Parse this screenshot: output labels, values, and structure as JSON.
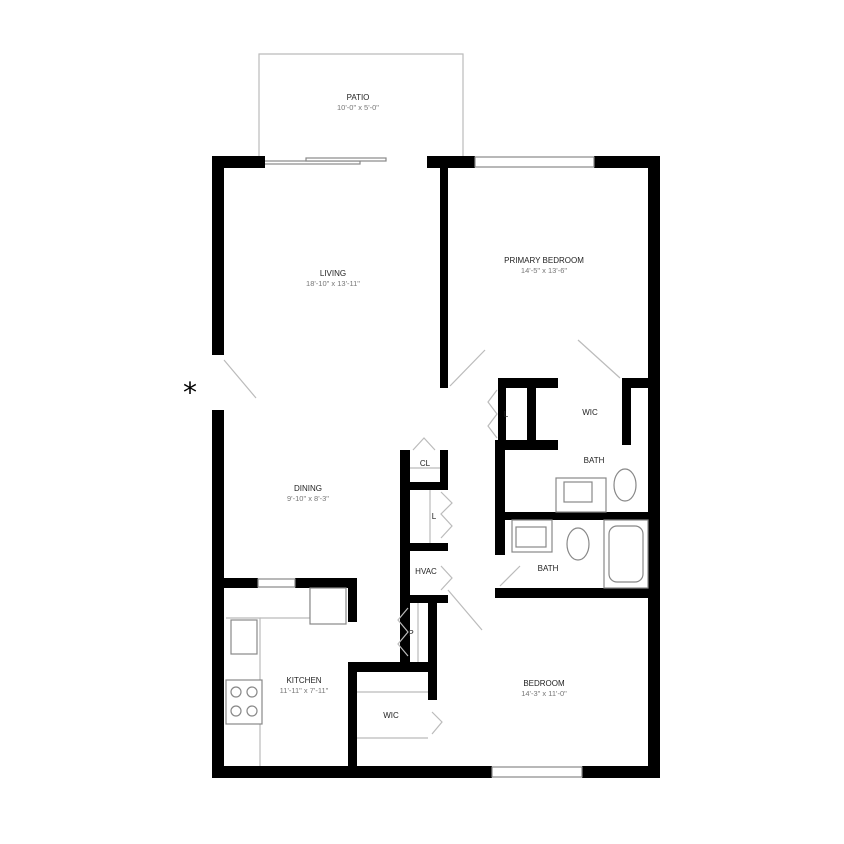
{
  "rooms": {
    "patio": {
      "name": "PATIO",
      "size": "10'-0\" x 5'-0\""
    },
    "living": {
      "name": "LIVING",
      "size": "18'-10\" x 13'-11\""
    },
    "primary_bedroom": {
      "name": "PRIMARY BEDROOM",
      "size": "14'-5\" x 13'-6\""
    },
    "dining": {
      "name": "DINING",
      "size": "9'-10\" x 8'-3\""
    },
    "kitchen": {
      "name": "KITCHEN",
      "size": "11'-11\" x 7'-11\""
    },
    "bedroom": {
      "name": "BEDROOM",
      "size": "14'-3\" x 11'-0\""
    },
    "wic_primary": {
      "name": "WIC"
    },
    "wic_bedroom": {
      "name": "WIC"
    },
    "bath_primary": {
      "name": "BATH"
    },
    "bath_second": {
      "name": "BATH"
    },
    "closet": {
      "name": "CL"
    },
    "linen_primary": {
      "name": "L"
    },
    "linen_hall": {
      "name": "L"
    },
    "hvac": {
      "name": "HVAC"
    },
    "pantry": {
      "name": "P"
    }
  },
  "entry_marker": "*"
}
